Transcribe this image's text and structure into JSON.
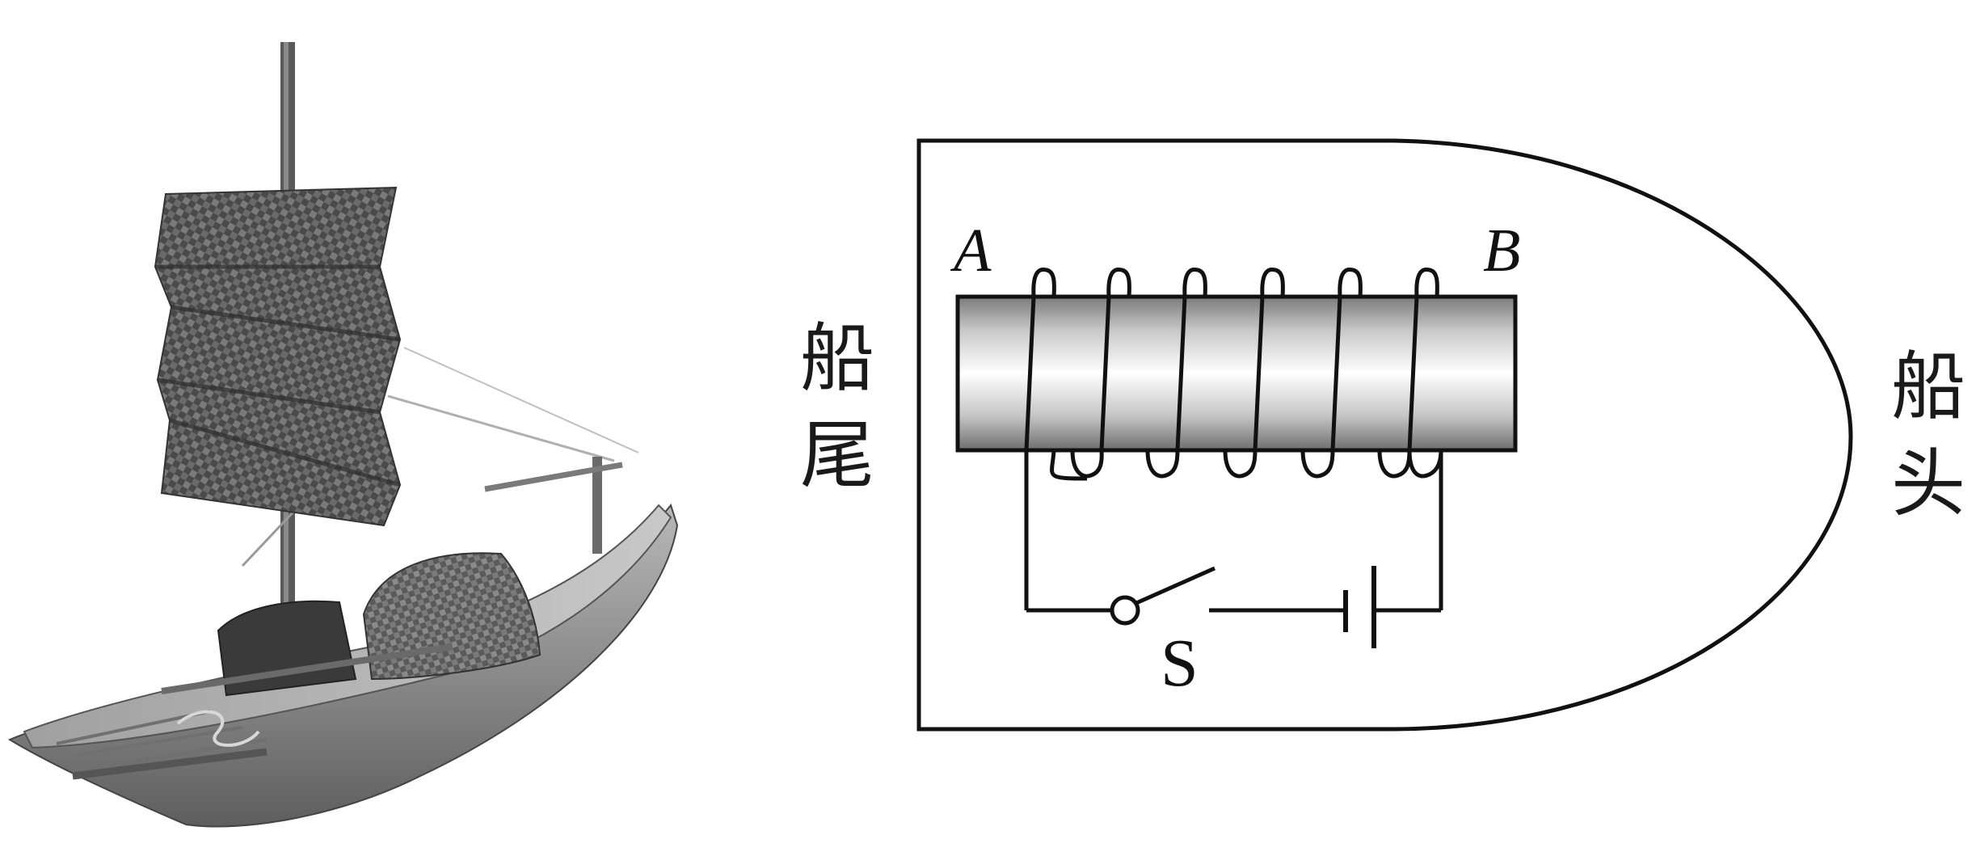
{
  "labels": {
    "stern_top": "船",
    "stern_bottom": "尾",
    "bow_top": "船",
    "bow_bottom": "头",
    "end_a": "A",
    "end_b": "B",
    "switch": "S"
  },
  "icons": {
    "boat_photo": "sailing-boat-model-icon"
  }
}
